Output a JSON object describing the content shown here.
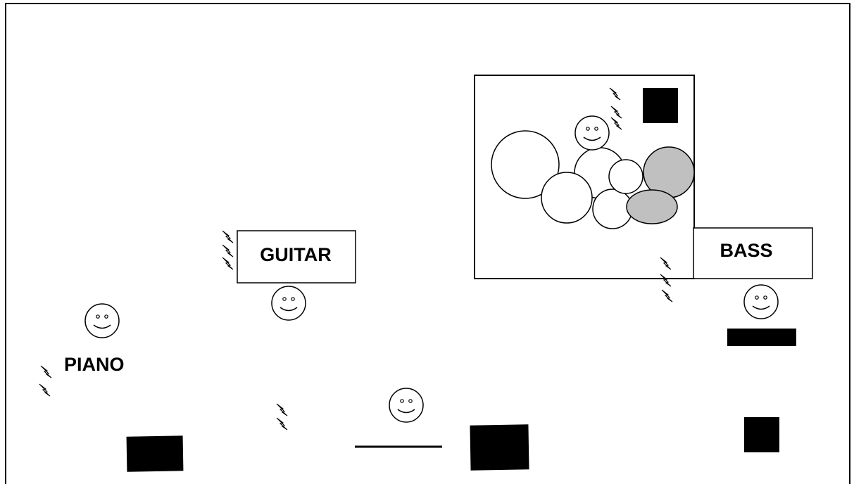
{
  "labels": {
    "guitar": "GUITAR",
    "bass": "BASS",
    "piano": "PIANO"
  },
  "colors": {
    "stroke": "#000000",
    "fill_black": "#000000",
    "fill_grey": "#c0c0c0",
    "background": "#ffffff"
  },
  "icons": [
    "smiley-face-icon",
    "lightning-bolt-icon",
    "drum-kit-icon"
  ]
}
